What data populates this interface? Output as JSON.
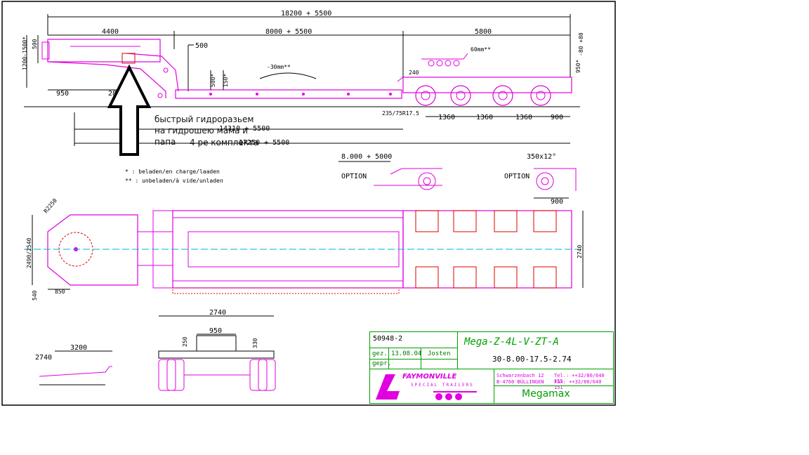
{
  "drawing": {
    "dims": {
      "overall": "18200 + 5500",
      "gooseneck": "4400",
      "bed": "8000 + 5500",
      "rear": "5800",
      "neck_offset": "500",
      "height_range": "1200-1500*",
      "h500": "500",
      "front_overhang": "950",
      "kingpin": "2880",
      "deck_500": "500*",
      "deck_150": "150*",
      "camber": "-30mm**",
      "rear_240": "240",
      "ramp_60": "60mm**",
      "rear_height": "950*",
      "rear_extra": "-80 +80",
      "tyre": "235/75R17.5",
      "axle_1": "1360",
      "axle_2": "1360",
      "axle_3": "1360",
      "rear_overhang": "900",
      "length_a": "14310 + 5500",
      "length_b": "17250 + 5500"
    },
    "legend": {
      "star": "* : beladen/en charge/laaden",
      "dstar": "** : unbeladen/à vide/unladen"
    },
    "options": {
      "opt1_dim": "8.000 + 5000",
      "opt1_label": "OPTION",
      "opt2_dim": "350x12°",
      "opt2_label": "OPTION",
      "opt2_sub": "900"
    },
    "plan": {
      "radius": "R2250",
      "width_front": "2490/2540",
      "width_rear": "2740",
      "d540": "540",
      "d850": "850"
    },
    "end_view": {
      "width": "2740",
      "center": "950",
      "h250": "250",
      "h330": "330"
    },
    "side_small": {
      "d3200": "3200",
      "d2740": "2740"
    }
  },
  "annotation": {
    "line1": "быстрый гидроразьем",
    "line2": "на гидрошею мама и",
    "line3": "папа",
    "line4": "4 ре комплекта"
  },
  "title_block": {
    "drawing_no": "50948-2",
    "gez_label": "gez.",
    "gez_date": "13.08.04",
    "gez_name": "Josten",
    "gepr_label": "gepr.",
    "model": "Mega-Z-4L-V-ZT-A",
    "spec": "30-8.00-17.5-2.74",
    "brand": "FAYMONVILLE",
    "brand_sub": "SPECIAL TRAILERS",
    "address_1": "Schwarzenbach 12",
    "address_2": "B-4760 BÜLLINGEN",
    "tel": "Tel.: ++32/80/640 155",
    "fax": "Fax: ++32/80/640 151",
    "product": "Megamax"
  },
  "colors": {
    "magenta": "#e000e0",
    "red": "#e00000",
    "cyan": "#00b0e0",
    "green": "#00a000",
    "dark_green": "#007a00"
  }
}
